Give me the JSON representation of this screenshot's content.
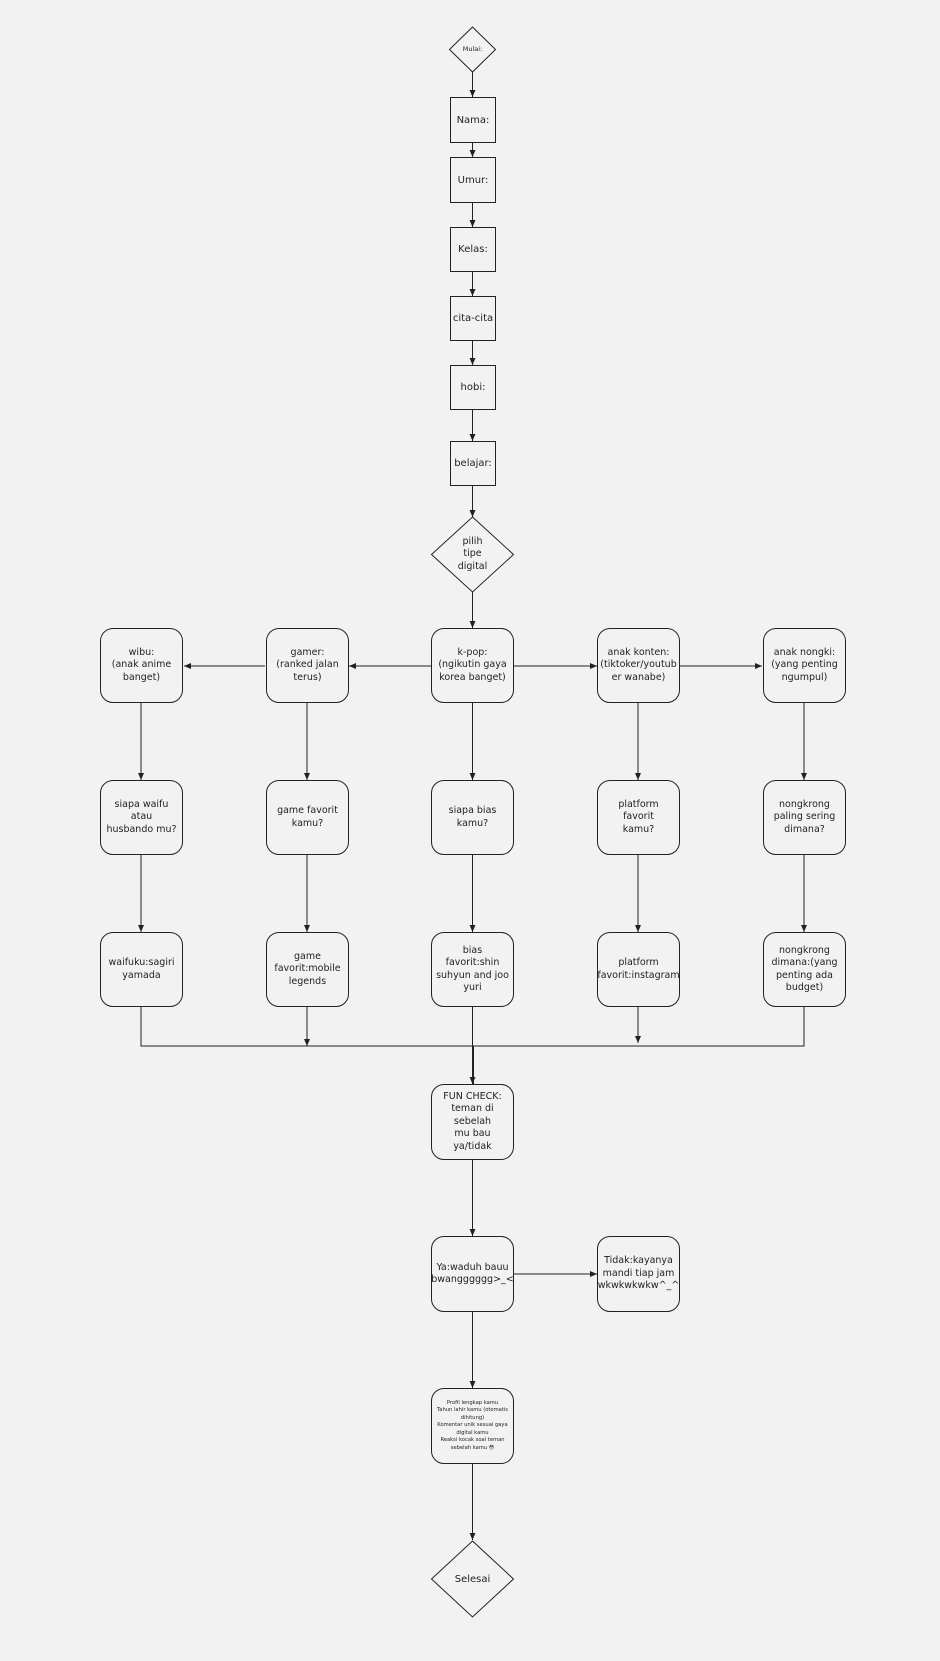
{
  "start": "Mulai:",
  "steps": {
    "nama": "Nama:",
    "umur": "Umur:",
    "kelas": "Kelas:",
    "cita": "cita-cita",
    "hobi": "hobi:",
    "belajar": "belajar:"
  },
  "decision": "pilih\ntipe\ndigital",
  "types": {
    "wibu": "wibu:\n(anak anime\nbanget)",
    "gamer": "gamer:\n(ranked jalan\nterus)",
    "kpop": "k-pop:\n(ngikutin gaya\nkorea banget)",
    "konten": "anak konten:\n(tiktoker/youtub\ner wanabe)",
    "nongki": "anak nongki:\n(yang penting\nngumpul)"
  },
  "questions": {
    "wibu": "siapa waifu atau\nhusbando mu?",
    "gamer": "game favorit\nkamu?",
    "kpop": "siapa bias kamu?",
    "konten": "platform favorit\nkamu?",
    "nongki": "nongkrong\npaling sering\ndimana?"
  },
  "answers": {
    "wibu": "waifuku:sagiri\nyamada",
    "gamer": "game\nfavorit:mobile\nlegends",
    "kpop": "bias favorit:shin\nsuhyun and joo\nyuri",
    "konten": "platform\nfavorit:instagram",
    "nongki": "nongkrong\ndimana:(yang\npenting ada\nbudget)"
  },
  "fun_check": "FUN CHECK:\nteman di sebelah\nmu bau ya/tidak",
  "ya": "Ya:waduh bauu\nbwangggggg>_<",
  "tidak": "Tidak:kayanya\nmandi tiap jam\nwkwkwkwkw^_^",
  "summary": "Profil lengkap kamu\nTahun lahir kamu (otomatis\ndihitung)\nKomentar unik sesuai gaya\ndigital kamu\nReaksi kocak soal teman\nsebelah kamu 😳",
  "end": "Selesai",
  "colors": {
    "stroke": "#222222",
    "background": "#f2f2f2"
  }
}
